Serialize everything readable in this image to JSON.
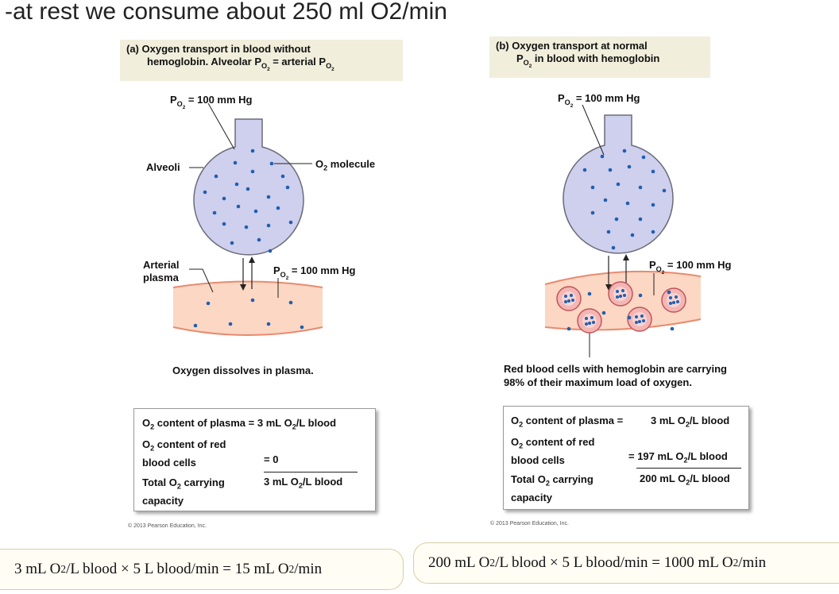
{
  "slide_title": "-at rest we consume about 250 ml O2/min",
  "panel_a": {
    "tag": "(a)",
    "heading_line1": "Oxygen transport in blood without",
    "heading_line2": "hemoglobin. Alveolar P",
    "heading_eq": " = arterial P",
    "po2_top": " = 100 mm Hg",
    "alveoli": "Alveoli",
    "o2_molecule": " molecule",
    "arterial_line1": "Arterial",
    "arterial_line2": "plasma",
    "po2_plasma": " = 100 mm Hg",
    "caption": "Oxygen dissolves in plasma.",
    "table": {
      "row1_label": " content of plasma = 3 mL O",
      "row1_unit": "/L blood",
      "row2_label_line1": " content of red",
      "row2_label_line2": "blood cells",
      "row2_value": "= 0",
      "row3_label_line1": "Total O",
      "row3_label_rest": " carrying",
      "row3_label_line2": "capacity",
      "row3_value": "3 mL O",
      "row3_unit": "/L blood"
    },
    "copyright": "© 2013 Pearson Education, Inc."
  },
  "panel_b": {
    "tag": "(b)",
    "heading_line1": "Oxygen transport at normal",
    "heading_line2": " in blood with hemoglobin",
    "po2_top": " = 100 mm Hg",
    "po2_plasma": " = 100 mm Hg",
    "caption_line1": "Red blood cells with hemoglobin are carrying",
    "caption_line2": "98% of their maximum load of oxygen.",
    "table": {
      "row1_label": " content of plasma =",
      "row1_value": "3 mL O",
      "row1_unit": "/L blood",
      "row2_label_line1": " content of red",
      "row2_label_line2": "blood cells",
      "row2_value": "= 197 mL O",
      "row2_unit": "/L blood",
      "row3_label_line1": "Total O",
      "row3_label_rest": " carrying",
      "row3_label_line2": "capacity",
      "row3_value": "200 mL O",
      "row3_unit": "/L blood"
    },
    "copyright": "© 2013 Pearson Education, Inc."
  },
  "common": {
    "p": "P",
    "o2sub": "O",
    "o": "O",
    "two": "2"
  },
  "formula_left": {
    "part1": "3 mL O",
    "part2": "/L blood × 5 L blood/min = 15 mL O",
    "part3": "/min"
  },
  "formula_right": {
    "part1": "200 mL O",
    "part2": "/L blood × 5 L blood/min = 1000 mL O",
    "part3": "/min"
  },
  "colors": {
    "alveolus_fill": "#cfcfee",
    "alveolus_stroke": "#6b6b7a",
    "plasma_fill": "#fbd7c4",
    "plasma_stroke": "#e98a6e",
    "o2_dot": "#1f5fb0",
    "rbc_fill": "#f3b6b4",
    "rbc_stroke": "#c2555a",
    "heading_bg": "#f1eedc"
  }
}
